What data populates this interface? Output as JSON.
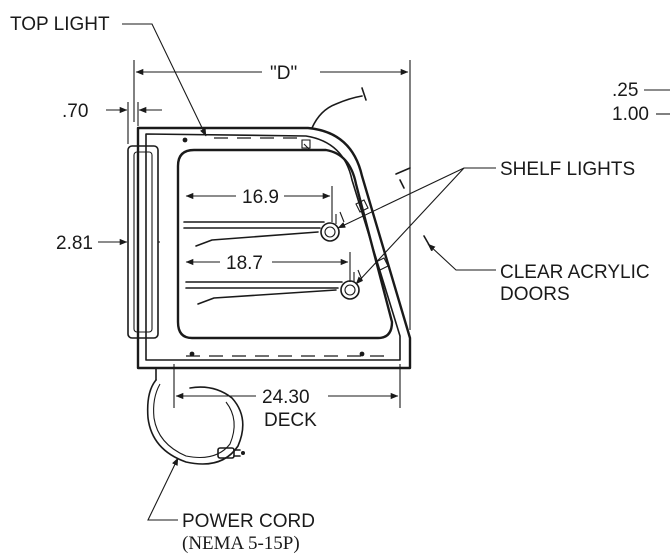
{
  "labels": {
    "top_light": "TOP LIGHT",
    "depth": "\"D\"",
    "top_right_1": ".25",
    "top_right_2": "1.00",
    "left_offset": ".70",
    "shelf_lights": "SHELF LIGHTS",
    "upper_shelf": "16.9",
    "lower_shelf": "18.7",
    "left_height": "2.81",
    "clear_acrylic_1": "CLEAR ACRYLIC",
    "clear_acrylic_2": "DOORS",
    "deck_value": "24.30",
    "deck_label": "DECK",
    "power_cord": "POWER CORD",
    "power_cord_spec": "(NEMA 5-15P)"
  }
}
